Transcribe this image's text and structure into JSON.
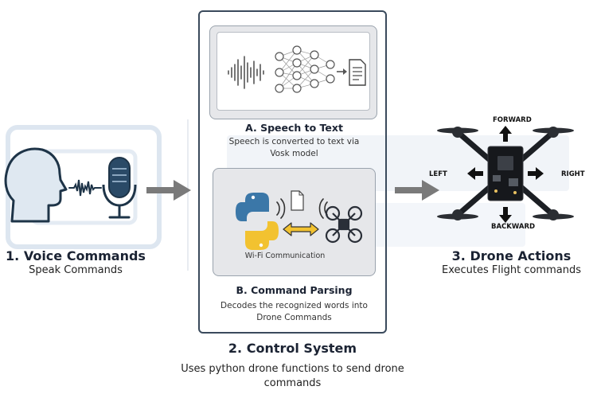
{
  "stage1": {
    "title": "1. Voice Commands",
    "subtitle": "Speak Commands",
    "icons": [
      "human-head-icon",
      "sound-wave-icon",
      "microphone-icon"
    ]
  },
  "stage2": {
    "title": "2. Control System",
    "subtitle": "Uses python drone functions to send drone commands",
    "step_a": {
      "title": "A. Speech to Text",
      "description": "Speech is converted to text via Vosk model"
    },
    "step_b": {
      "title": "B. Command Parsing",
      "description": "Decodes the recognized words into Drone Commands",
      "wifi_label": "Wi-Fi Communication"
    }
  },
  "stage3": {
    "title": "3. Drone Actions",
    "subtitle": "Executes Flight commands",
    "directions": {
      "forward": "FORWARD",
      "backward": "BACKWARD",
      "left": "LEFT",
      "right": "RIGHT"
    }
  },
  "colors": {
    "arrow": "#7a7a7a",
    "dark_blue": "#243447",
    "panel_border": "#3a4a5c",
    "card_bg": "#e6e7ea",
    "python_blue": "#3b77a8",
    "python_yellow": "#f2c230"
  }
}
